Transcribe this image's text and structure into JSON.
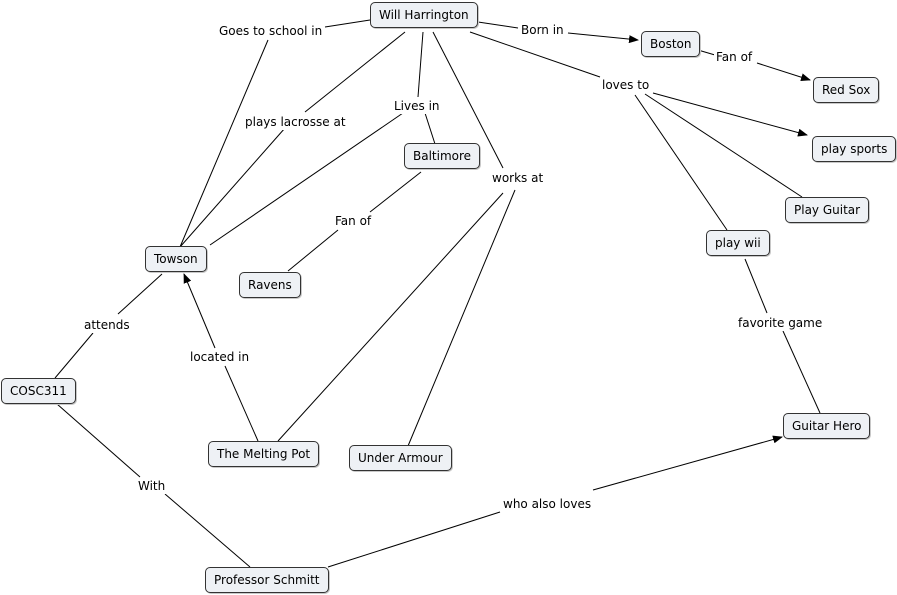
{
  "nodes": {
    "will": "Will Harrington",
    "boston": "Boston",
    "redsox": "Red Sox",
    "playsports": "play sports",
    "playguitar": "Play Guitar",
    "baltimore": "Baltimore",
    "towson": "Towson",
    "ravens": "Ravens",
    "playwii": "play wii",
    "cosc311": "COSC311",
    "meltingpot": "The Melting Pot",
    "underarmour": "Under Armour",
    "guitarhero": "Guitar Hero",
    "schmitt": "Professor Schmitt"
  },
  "links": {
    "goes_to_school": "Goes to school in",
    "born_in": "Born in",
    "fan_of_boston": "Fan of",
    "plays_lacrosse": "plays lacrosse at",
    "lives_in": "Lives in",
    "loves_to": "loves to",
    "works_at": "works at",
    "fan_of_baltimore": "Fan of",
    "attends": "attends",
    "located_in": "located in",
    "favorite_game": "favorite game",
    "with": "With",
    "who_also_loves": "who also loves"
  },
  "colors": {
    "line": "#000000",
    "node_fill": "#eef1f5",
    "node_border": "#333333"
  }
}
